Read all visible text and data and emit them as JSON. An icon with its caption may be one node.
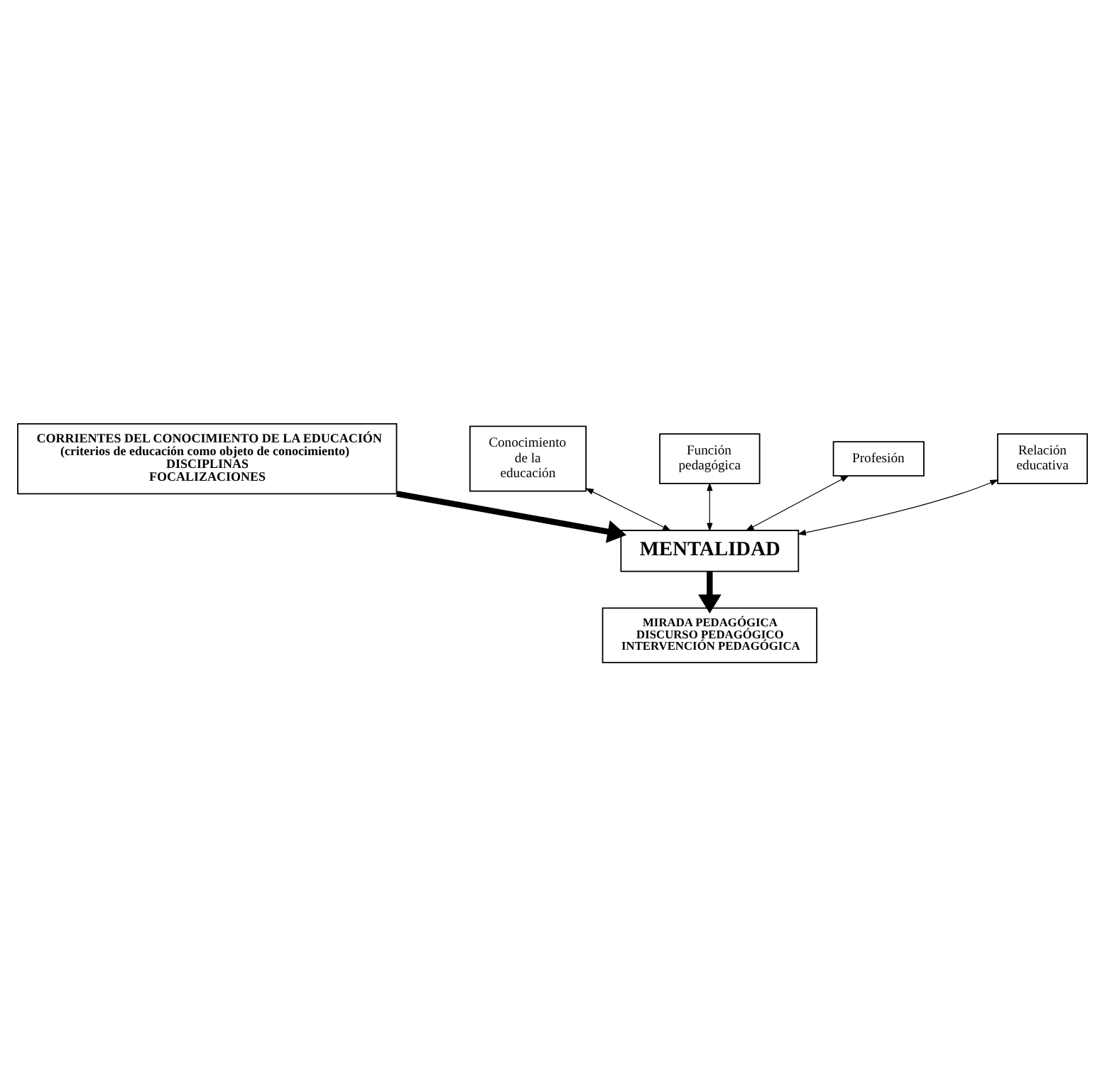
{
  "diagram": {
    "nodes": [
      {
        "text": [
          "CORRIENTES DEL CONOCIMIENTO DE LA EDUCACIÓN",
          "(criterios de educación como objeto de conocimiento)",
          "DISCIPLINAS",
          "FOCALIZACIONES"
        ]
      },
      {
        "text": [
          "Conocimiento de la educación"
        ]
      },
      {
        "text": [
          "Función pedagógica"
        ]
      },
      {
        "text": [
          "MENTALIDAD"
        ]
      },
      {
        "text": [
          "Profesión"
        ]
      },
      {
        "text": [
          "Relación educativa"
        ]
      },
      {
        "text": [
          "MIRADA PEDAGÓGICA",
          "DISCURSO PEDAGÓGICO",
          "INTERVENCIÓN PEDAGÓGICA"
        ]
      }
    ],
    "edges": [
      {
        "from": 0,
        "to": 3,
        "arrow": "to",
        "style": "thick"
      },
      {
        "from": 1,
        "to": 3,
        "arrow": "both"
      },
      {
        "from": 2,
        "to": 3,
        "arrow": "both"
      },
      {
        "from": 4,
        "to": 3,
        "arrow": "both"
      },
      {
        "from": 5,
        "to": 3,
        "arrow": "both"
      },
      {
        "from": 3,
        "to": 6,
        "arrow": "to",
        "style": "thick"
      }
    ]
  }
}
